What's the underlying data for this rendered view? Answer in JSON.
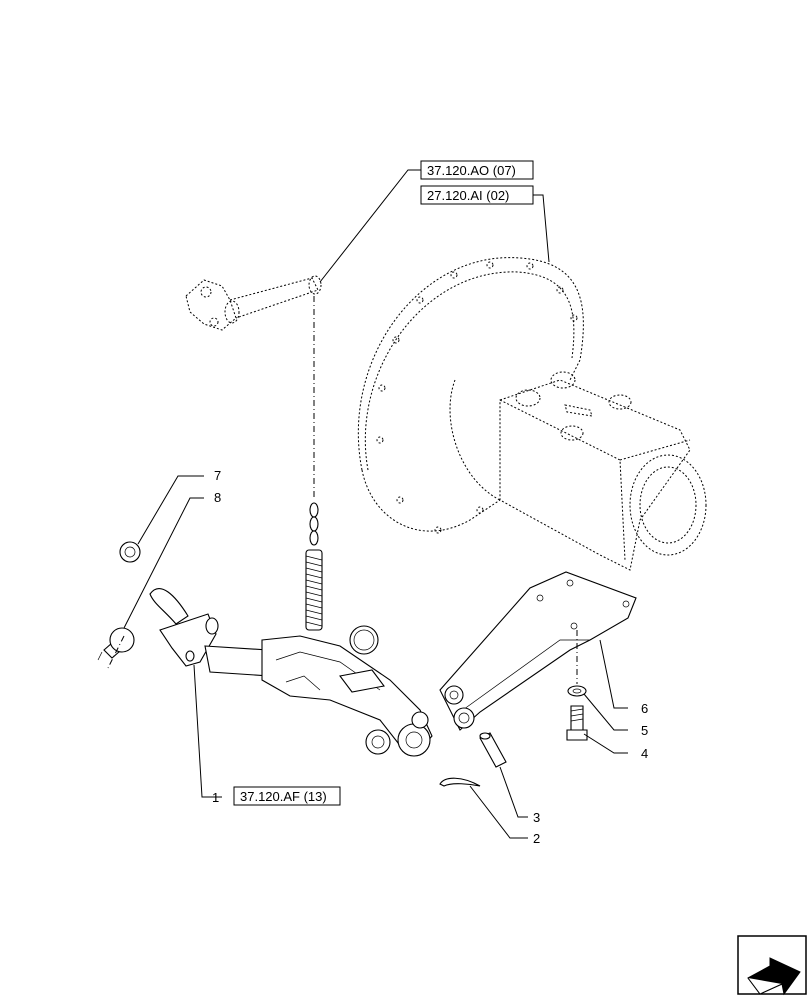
{
  "refs": {
    "ao07": "37.120.AO (07)",
    "ai02": "27.120.AI (02)",
    "af13": "37.120.AF (13)"
  },
  "callouts": {
    "c1": "1",
    "c2": "2",
    "c3": "3",
    "c4": "4",
    "c5": "5",
    "c6": "6",
    "c7": "7",
    "c8": "8"
  },
  "icons": {
    "nav": "next-page-arrow-icon"
  }
}
